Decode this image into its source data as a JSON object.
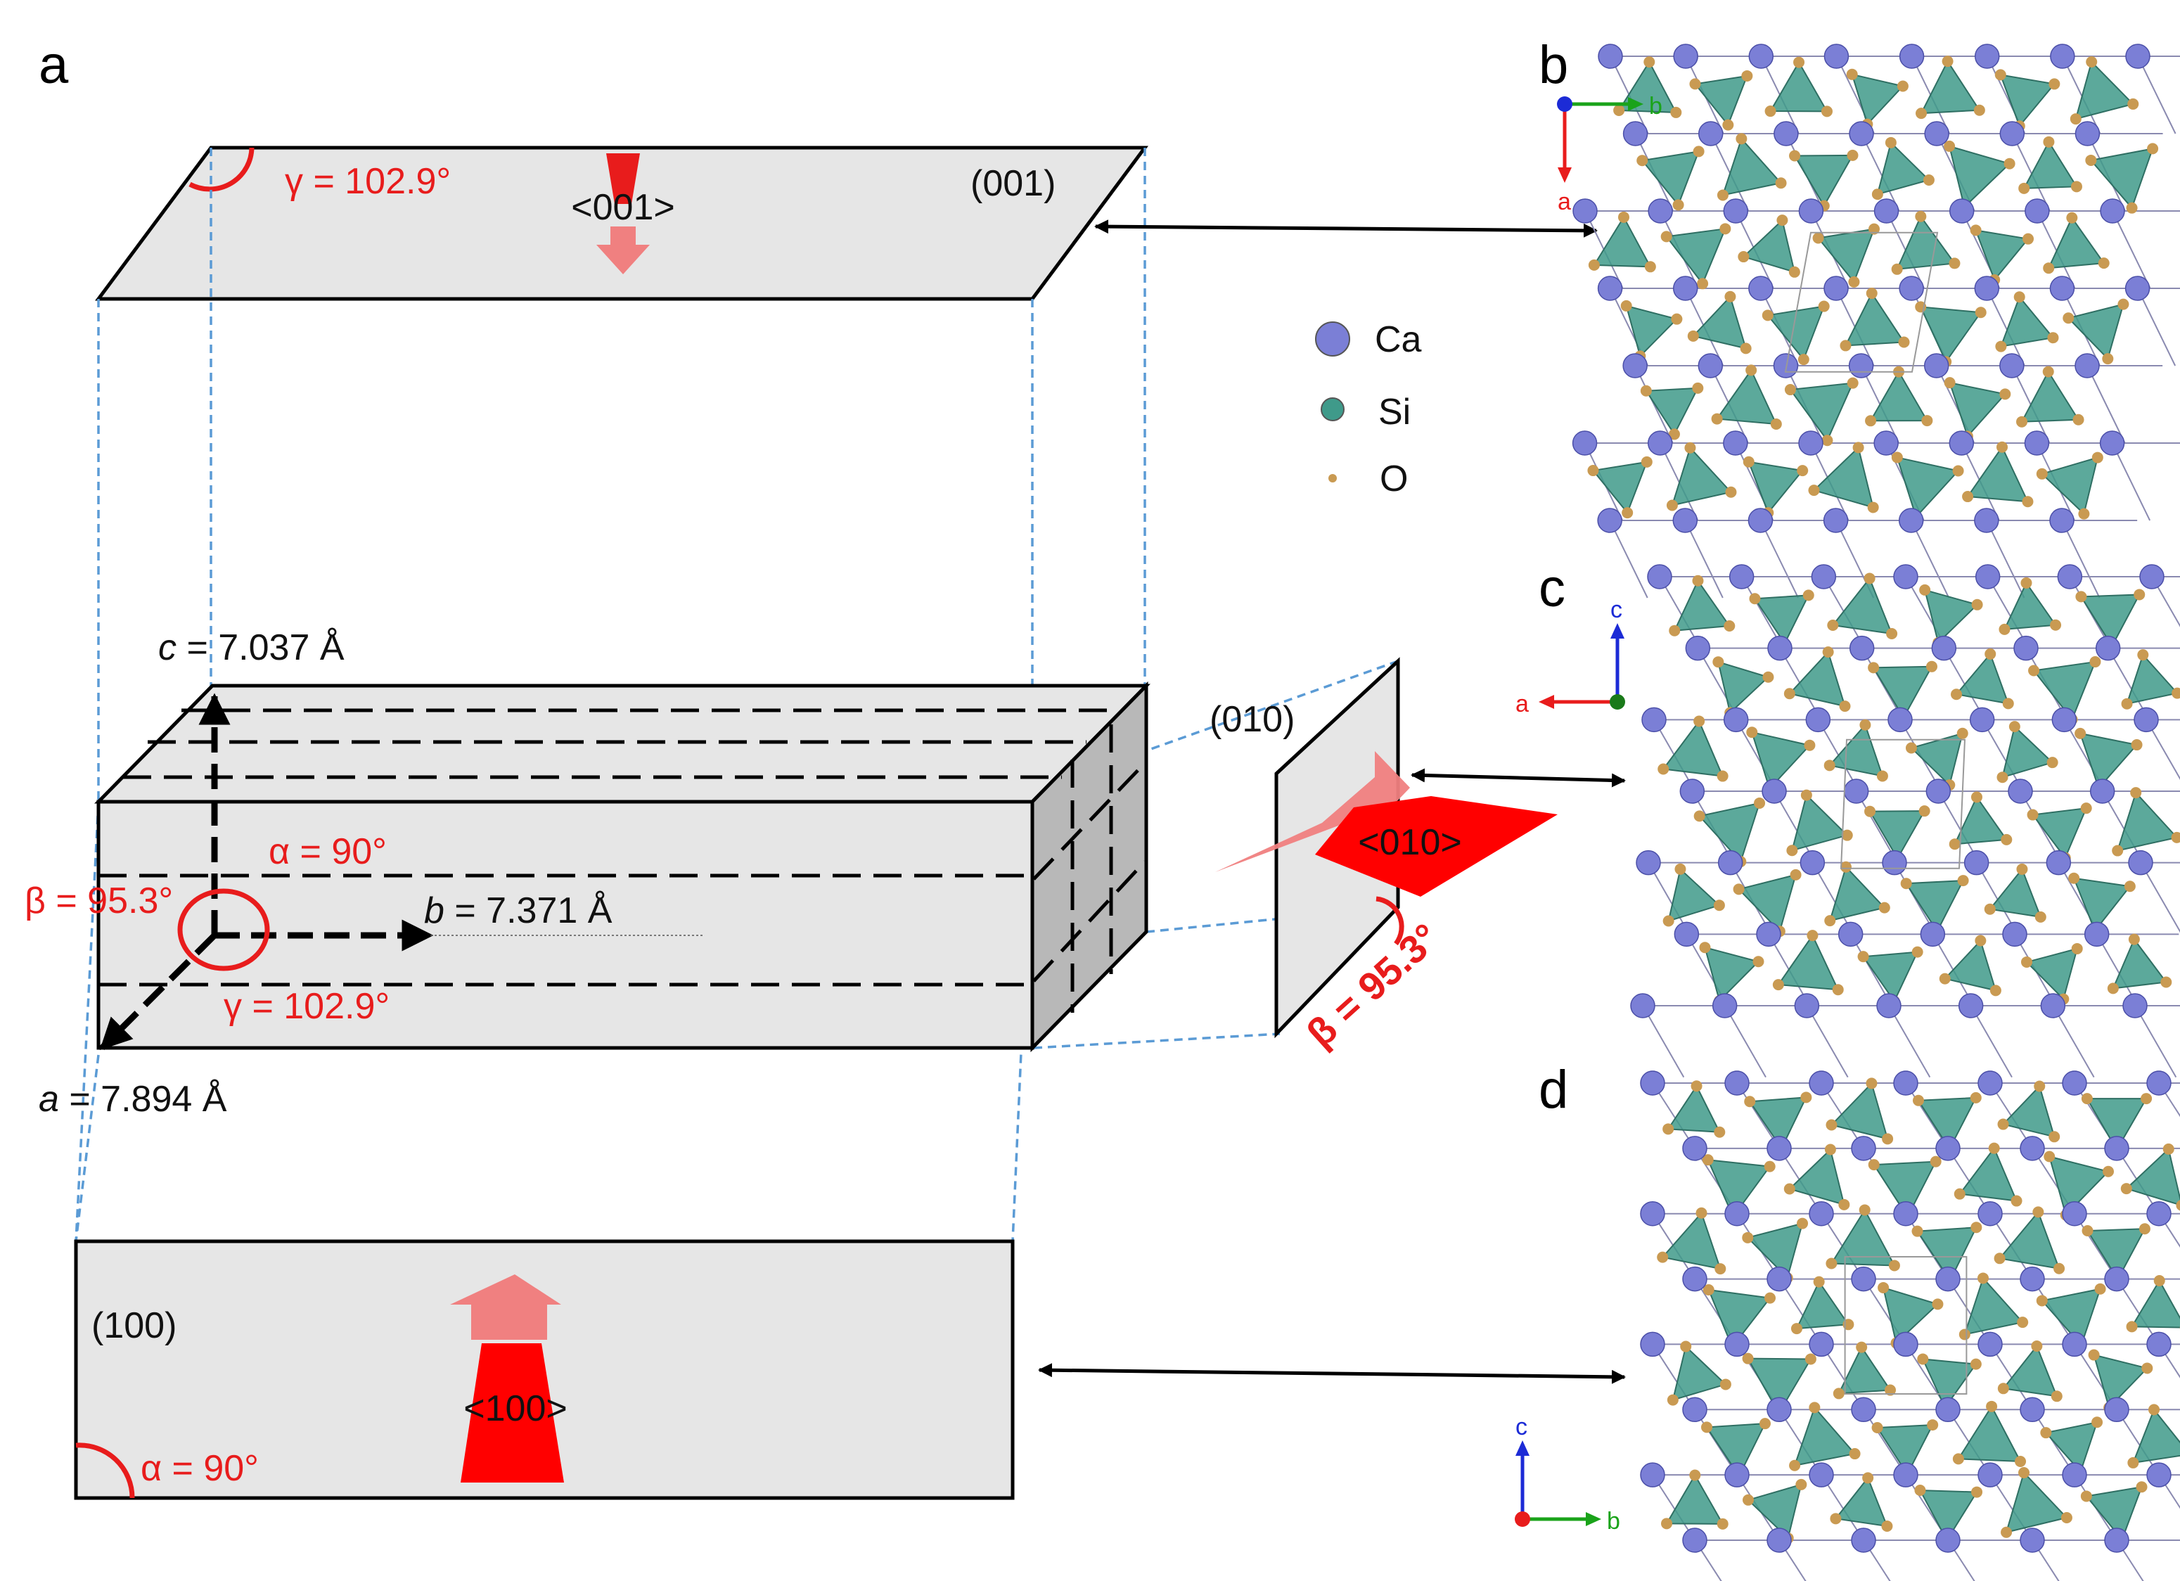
{
  "panels": {
    "a": "a",
    "b": "b",
    "c": "c",
    "d": "d"
  },
  "lattice": {
    "c_sym": "c",
    "c_val": " = 7.037 Å",
    "b_sym": "b",
    "b_val": " = 7.371 Å",
    "a_sym": "a",
    "a_val": " = 7.894 Å",
    "alpha": "α = 90°",
    "beta": "β = 95.3°",
    "gamma": "γ = 102.9°"
  },
  "planes": {
    "p001": {
      "label": "(001)",
      "dir": "<001>",
      "angle": "γ = 102.9°"
    },
    "p010": {
      "label": "(010)",
      "dir": "<010>",
      "angle": "β = 95.3°"
    },
    "p100": {
      "label": "(100)",
      "dir": "<100>",
      "angle": "α = 90°"
    }
  },
  "legend": [
    {
      "name": "Ca",
      "color": "#7b7fd6"
    },
    {
      "name": "Si",
      "color": "#3f9a8a"
    },
    {
      "name": "O",
      "color": "#c99a52"
    }
  ],
  "axes": {
    "b": {
      "h": "b",
      "v": "a",
      "h_color": "#1aa31a",
      "v_color": "#e81c1c",
      "origin_color": "#1c2bd6"
    },
    "c": {
      "h": "a",
      "v": "c",
      "h_color": "#e81c1c",
      "v_color": "#1c2bd6",
      "origin_color": "#1a7a1a"
    },
    "d": {
      "h": "b",
      "v": "c",
      "h_color": "#1aa31a",
      "v_color": "#1c2bd6",
      "origin_color": "#e81c1c"
    }
  },
  "colors": {
    "accent": "#e81c1c",
    "guide": "#5b9bd5",
    "face": "#e6e6e6",
    "side": "#b8b8b8"
  }
}
